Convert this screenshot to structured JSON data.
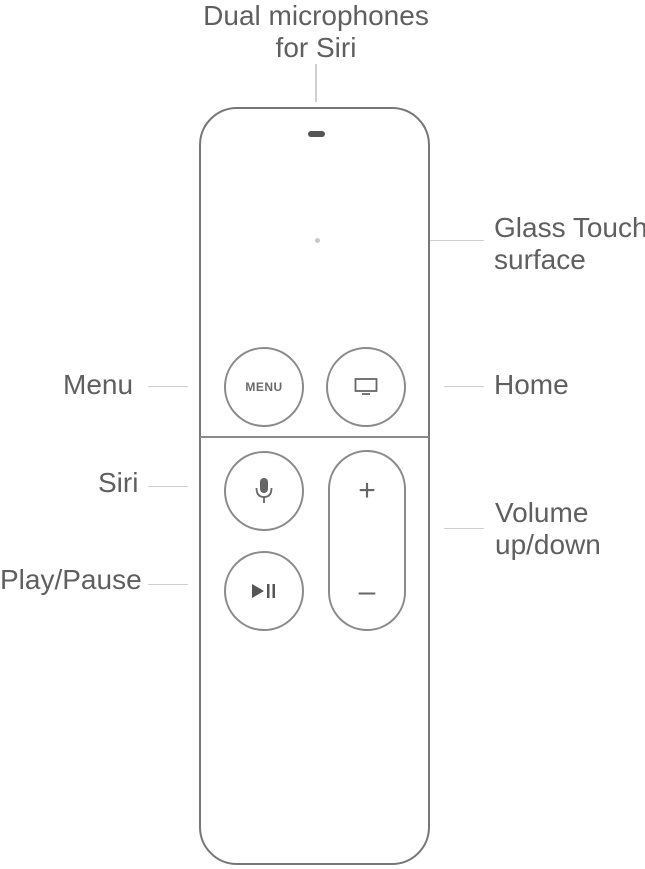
{
  "callouts": {
    "microphones": "Dual microphones\nfor Siri",
    "microphones_line1": "Dual microphones",
    "microphones_line2": "for Siri",
    "touch_line1": "Glass Touch",
    "touch_line2": "surface",
    "menu": "Menu",
    "home": "Home",
    "siri": "Siri",
    "play_pause": "Play/Pause",
    "volume_line1": "Volume",
    "volume_line2": "up/down"
  },
  "buttons": {
    "menu_label": "MENU",
    "volume_up": "+",
    "volume_down": "–"
  },
  "icons": {
    "home": "tv-icon",
    "siri": "microphone-icon",
    "play_pause": "play-pause-icon"
  },
  "colors": {
    "outline": "#777777",
    "text": "#5f5f5f",
    "leader": "#cfcfcf"
  }
}
